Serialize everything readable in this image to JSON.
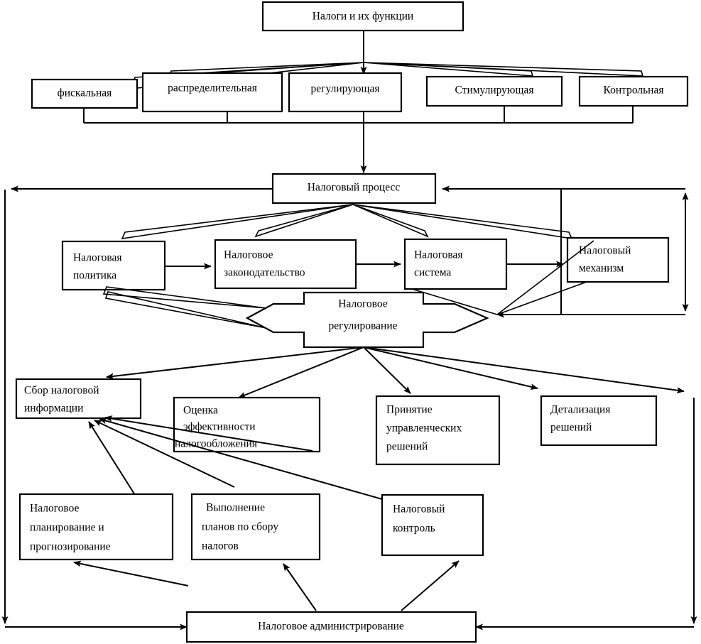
{
  "diagram": {
    "title_node": {
      "id": "taxes-and-functions",
      "label": "Налоги и их функции"
    },
    "functions_row": [
      {
        "id": "fiscal",
        "label": "фискальная"
      },
      {
        "id": "distributive",
        "label": "распределительная"
      },
      {
        "id": "regulating",
        "label": "регулирующая"
      },
      {
        "id": "stimulating",
        "label": "Стимулирующая"
      },
      {
        "id": "controlling",
        "label": "Контрольная"
      }
    ],
    "process_node": {
      "id": "tax-process",
      "label": "Налоговый процесс"
    },
    "mechanism_row": [
      {
        "id": "tax-policy",
        "lines": [
          "Налоговая",
          "политика"
        ]
      },
      {
        "id": "tax-legislation",
        "lines": [
          "Налоговое",
          "законодательство"
        ]
      },
      {
        "id": "tax-system",
        "lines": [
          "Налоговая",
          "система"
        ]
      },
      {
        "id": "tax-mechanism",
        "lines": [
          "Налоговый",
          "механизм"
        ]
      }
    ],
    "regulation_node": {
      "id": "tax-regulation",
      "lines": [
        "Налоговое",
        "регулирование"
      ]
    },
    "activities_row": [
      {
        "id": "collect-tax-info",
        "lines": [
          "Сбор налоговой",
          "информации"
        ]
      },
      {
        "id": "assess-effectiveness",
        "lines": [
          "Оценка",
          "эффективности",
          "налогообложения"
        ]
      },
      {
        "id": "management-decisions",
        "lines": [
          "Принятие",
          "управленческих",
          "решений"
        ]
      },
      {
        "id": "detail-decisions",
        "lines": [
          "Детализация",
          "решений"
        ]
      }
    ],
    "operations_row": [
      {
        "id": "tax-planning",
        "lines": [
          "Налоговое",
          "планирование и",
          "прогнозирование"
        ]
      },
      {
        "id": "plan-execution",
        "lines": [
          "Выполнение",
          "планов по  сбору",
          "налогов"
        ]
      },
      {
        "id": "tax-control",
        "lines": [
          "Налоговый",
          "контроль"
        ]
      }
    ],
    "footer_node": {
      "id": "tax-administration",
      "label": "Налоговое администрирование"
    },
    "colors": {
      "stroke": "#000000",
      "fill": "#ffffff",
      "background": "#ffffff"
    }
  }
}
